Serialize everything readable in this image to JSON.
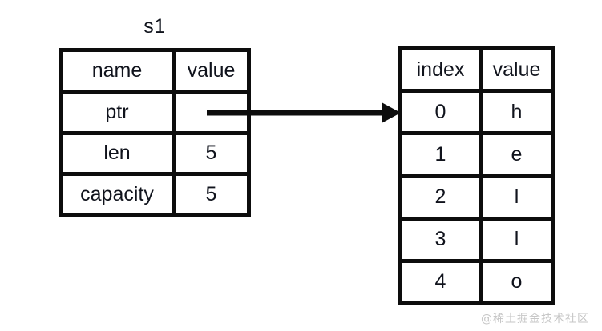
{
  "diagram": {
    "stack": {
      "title": "s1",
      "headers": {
        "name": "name",
        "value": "value"
      },
      "rows": [
        {
          "name": "ptr",
          "value": ""
        },
        {
          "name": "len",
          "value": "5"
        },
        {
          "name": "capacity",
          "value": "5"
        }
      ]
    },
    "heap": {
      "headers": {
        "index": "index",
        "value": "value"
      },
      "rows": [
        {
          "index": "0",
          "value": "h"
        },
        {
          "index": "1",
          "value": "e"
        },
        {
          "index": "2",
          "value": "l"
        },
        {
          "index": "3",
          "value": "l"
        },
        {
          "index": "4",
          "value": "o"
        }
      ]
    },
    "arrow": {
      "name": "ptr-to-heap-arrow"
    },
    "watermark": "@稀土掘金技术社区",
    "colors": {
      "line": "#0d0d0d",
      "text": "#10131c",
      "background": "#ffffff",
      "watermark": "#c6c6c6"
    }
  }
}
